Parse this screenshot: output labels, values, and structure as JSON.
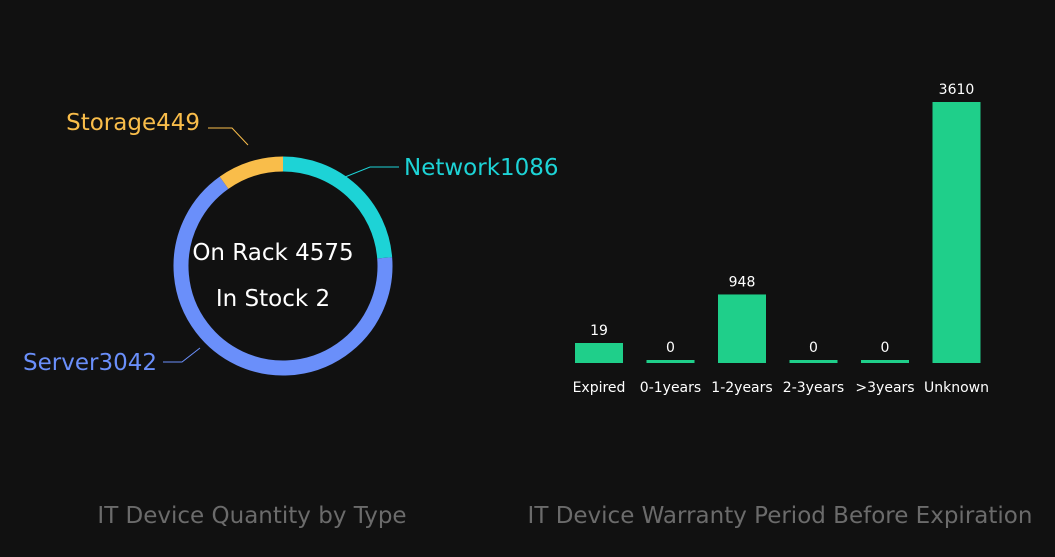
{
  "chart_data": [
    {
      "type": "pie",
      "title": "IT Device Quantity by Type",
      "center_lines": [
        "On Rack 4575",
        "In Stock 2"
      ],
      "slices": [
        {
          "name": "Network",
          "value": 1086,
          "label": "Network1086",
          "color": "#1dd3d6"
        },
        {
          "name": "Server",
          "value": 3042,
          "label": "Server3042",
          "color": "#6a8ffa"
        },
        {
          "name": "Storage",
          "value": 449,
          "label": "Storage449",
          "color": "#f9bd4a"
        }
      ]
    },
    {
      "type": "bar",
      "title": "IT Device Warranty Period Before Expiration",
      "categories": [
        "Expired",
        "0-1years",
        "1-2years",
        "2-3years",
        ">3years",
        "Unknown"
      ],
      "values": [
        19,
        0,
        948,
        0,
        0,
        3610
      ],
      "value_labels": [
        "19",
        "0",
        "948",
        "0",
        "0",
        "3610"
      ],
      "color": "#1fcf8a",
      "ylim": [
        0,
        3610
      ],
      "grid": false,
      "legend": "none"
    }
  ]
}
